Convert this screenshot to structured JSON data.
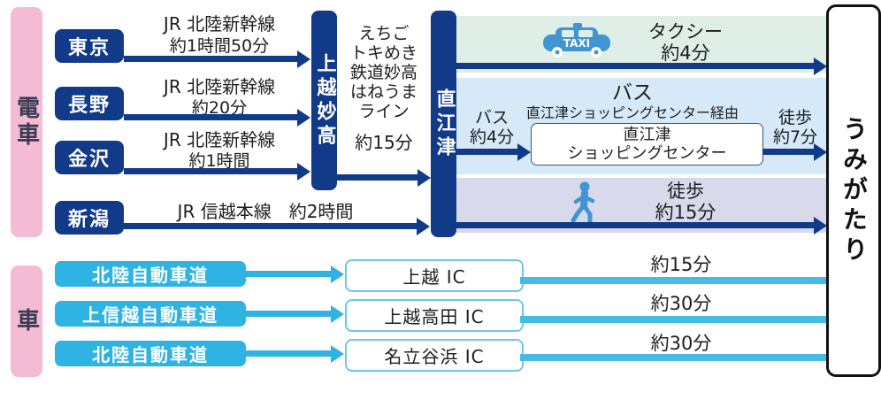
{
  "destination": {
    "name": "うみがたり"
  },
  "train": {
    "side_label": "電車",
    "rows": [
      {
        "station": "東京",
        "line": "JR 北陸新幹線",
        "time": "約1時間50分"
      },
      {
        "station": "長野",
        "line": "JR 北陸新幹線",
        "time": "約20分"
      },
      {
        "station": "金沢",
        "line": "JR 北陸新幹線",
        "time": "約1時間"
      },
      {
        "station": "新潟",
        "line_inline": "JR 信越本線　約2時間"
      }
    ],
    "transfer_station_1": "上越妙高",
    "local_line": {
      "name": "えちご\nトキめき\n鉄道妙高\nはねうま\nライン",
      "time": "約15分"
    },
    "transfer_station_2": "直江津",
    "taxi": {
      "icon": "taxi-icon",
      "label": "タクシー\n約4分"
    },
    "bus": {
      "heading": "バス",
      "via": "直江津ショッピングセンター経由",
      "leg1": "バス\n約4分",
      "stop": "直江津\nショッピングセンター",
      "leg2": "徒歩\n約7分"
    },
    "walk": {
      "icon": "walking-person-icon",
      "label": "徒歩\n約15分"
    }
  },
  "car": {
    "side_label": "車",
    "rows": [
      {
        "road": "北陸自動車道",
        "ic": "上越 IC",
        "time": "約15分"
      },
      {
        "road": "上信越自動車道",
        "ic": "上越高田 IC",
        "time": "約30分"
      },
      {
        "road": "北陸自動車道",
        "ic": "名立谷浜 IC",
        "time": "約30分"
      }
    ]
  },
  "colors": {
    "navy": "#113a88",
    "cyan": "#2fb3e3",
    "pink": "#f4bcd4",
    "panel_taxi": "#e0eee8",
    "panel_bus": "#d6e9f8",
    "panel_walk": "#d8d9eb",
    "icon_blue": "#4095d2"
  }
}
